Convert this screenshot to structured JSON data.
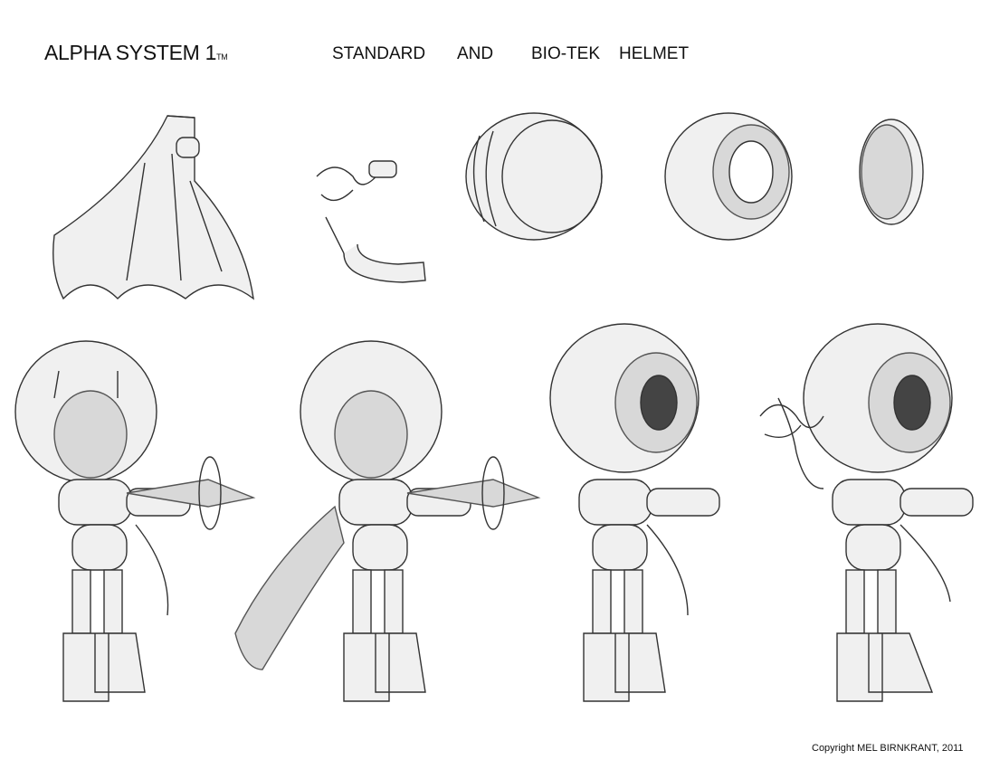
{
  "title": {
    "main": "ALPHA SYSTEM 1",
    "tm": "TM"
  },
  "subtitle": {
    "word1": "STANDARD",
    "word2": "AND",
    "word3": "BIO-TEK",
    "word4": "HELMET"
  },
  "copyright": "Copyright MEL BIRNKRANT, 2011"
}
